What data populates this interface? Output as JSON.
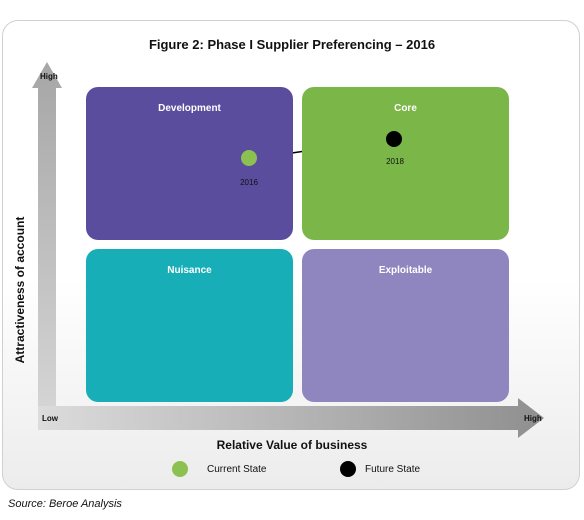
{
  "title": "Figure 2: Phase I Supplier Preferencing – 2016",
  "quadrants": {
    "development": {
      "label": "Development",
      "color": "#5b4d9e"
    },
    "core": {
      "label": "Core",
      "color": "#7ab648"
    },
    "nuisance": {
      "label": "Nuisance",
      "color": "#17aeb8"
    },
    "exploitable": {
      "label": "Exploitable",
      "color": "#8f86c0"
    }
  },
  "points": {
    "current": {
      "year": "2016",
      "color": "#8cc152"
    },
    "future": {
      "year": "2018",
      "color": "#000000"
    }
  },
  "axes": {
    "y_title": "Attractiveness of account",
    "y_high": "High",
    "x_title": "Relative Value of business",
    "x_low": "Low",
    "x_high": "High",
    "arrow_color": "#b3b3b3"
  },
  "legend": {
    "current": {
      "label": "Current State",
      "color": "#8cc152"
    },
    "future": {
      "label": "Future State",
      "color": "#000000"
    }
  },
  "source": "Source: Beroe Analysis"
}
